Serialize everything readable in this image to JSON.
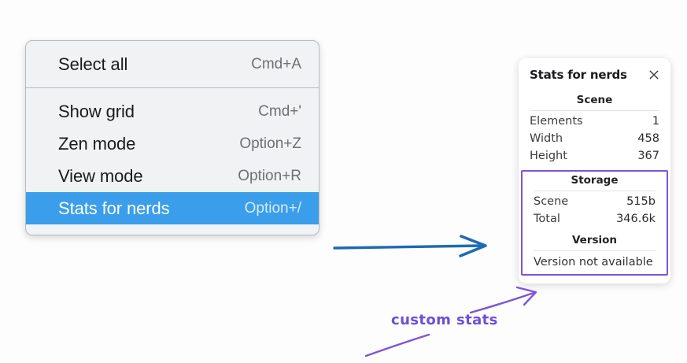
{
  "menu": {
    "name": "context-menu",
    "groups": [
      {
        "items": [
          {
            "label": "Select all",
            "shortcut": "Cmd+A",
            "selected": false
          }
        ]
      },
      {
        "items": [
          {
            "label": "Show grid",
            "shortcut": "Cmd+'",
            "selected": false
          },
          {
            "label": "Zen mode",
            "shortcut": "Option+Z",
            "selected": false
          },
          {
            "label": "View mode",
            "shortcut": "Option+R",
            "selected": false
          },
          {
            "label": "Stats for nerds",
            "shortcut": "Option+/",
            "selected": true
          }
        ]
      }
    ]
  },
  "stats_panel": {
    "title": "Stats for nerds",
    "close_icon": "close-icon",
    "scene": {
      "heading": "Scene",
      "rows": [
        {
          "key": "Elements",
          "value": "1"
        },
        {
          "key": "Width",
          "value": "458"
        },
        {
          "key": "Height",
          "value": "367"
        }
      ]
    },
    "storage": {
      "heading": "Storage",
      "rows": [
        {
          "key": "Scene",
          "value": "515b"
        },
        {
          "key": "Total",
          "value": "346.6k"
        }
      ]
    },
    "version": {
      "heading": "Version",
      "text": "Version not available"
    }
  },
  "annotations": {
    "custom_stats_label": "custom stats",
    "arrow_blue_color": "#1d6bb0",
    "arrow_purple_color": "#7c55d6",
    "highlight_box_color": "#7c55d6"
  },
  "colors": {
    "menu_background": "#f1f2f4",
    "menu_border": "#b9bcc2",
    "selection_blue": "#3b9eea",
    "shortcut_gray": "#6f7074",
    "panel_background": "#ffffff",
    "page_background": "#fdfdfd"
  }
}
